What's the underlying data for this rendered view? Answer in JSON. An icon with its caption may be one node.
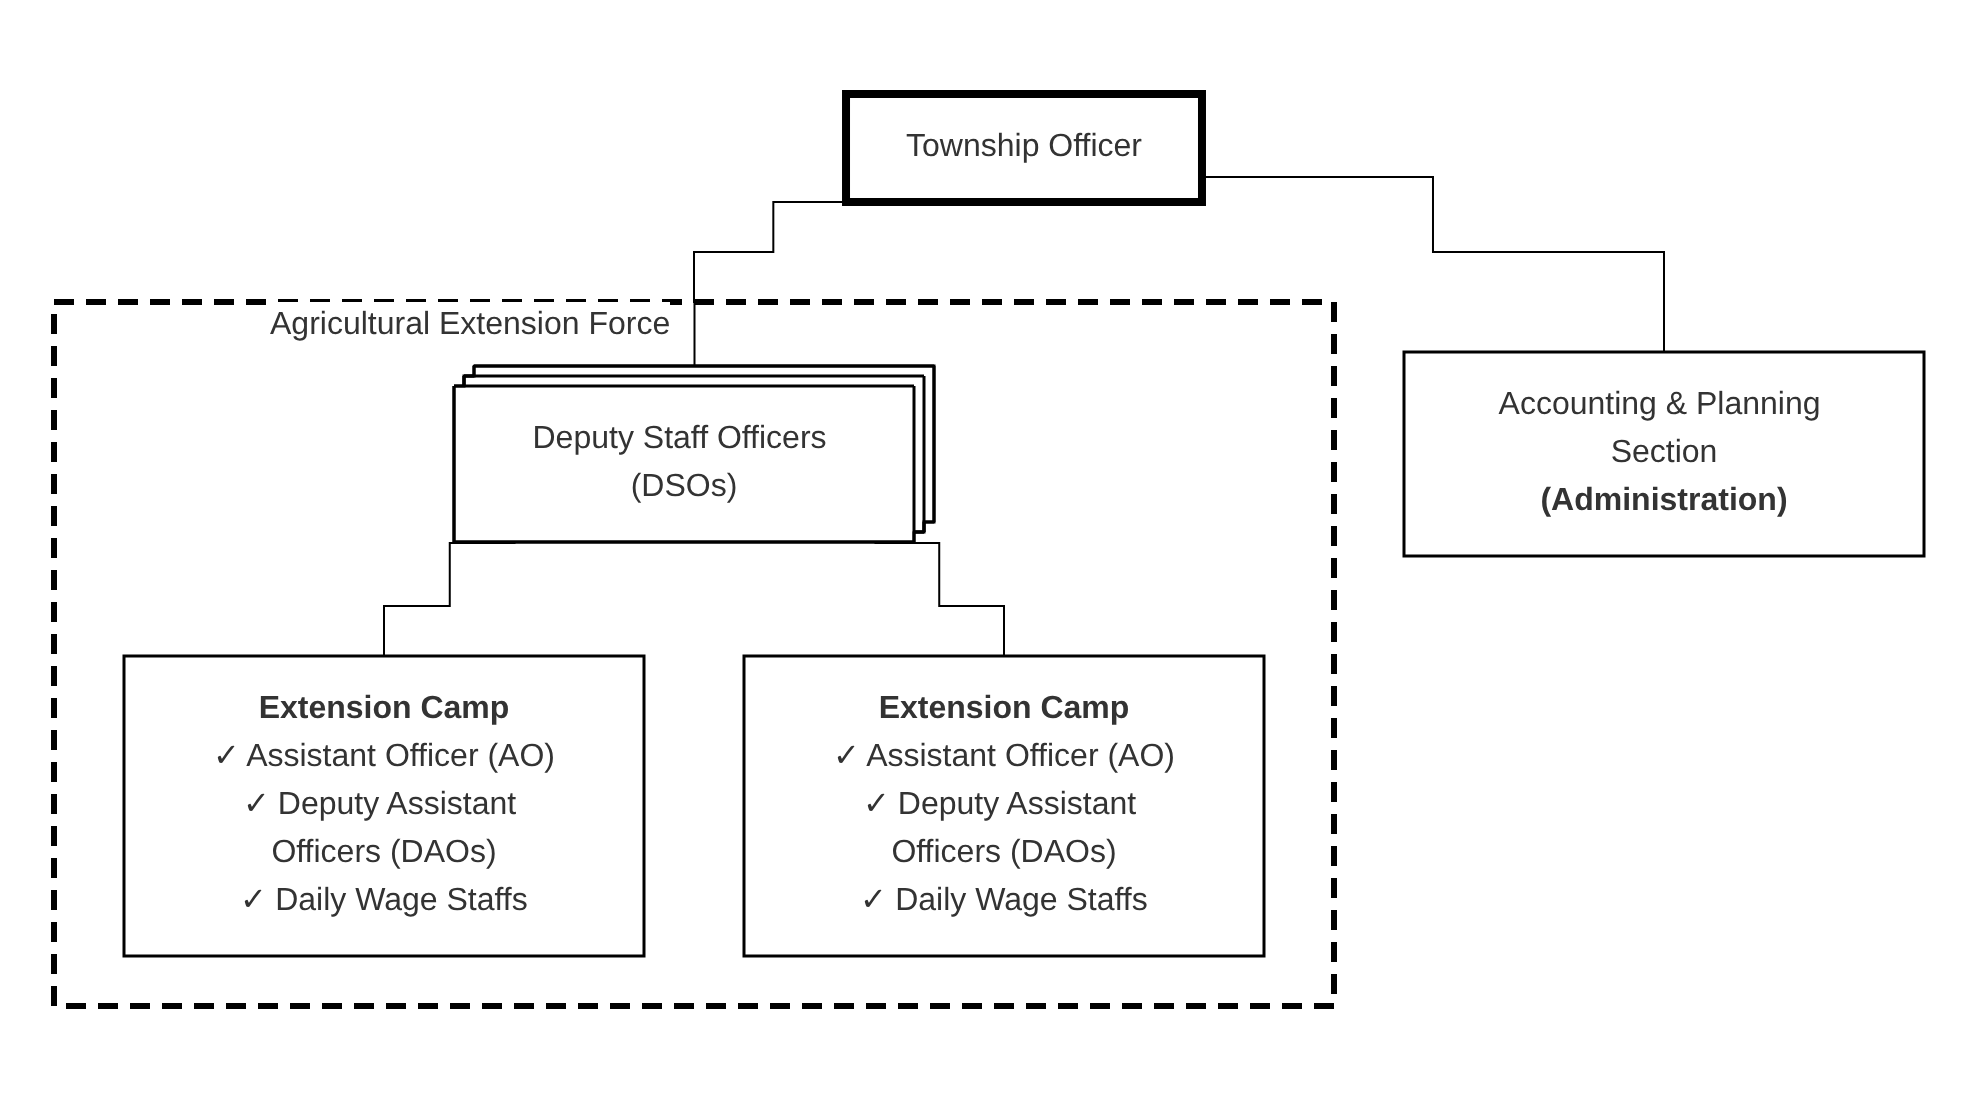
{
  "diagram": {
    "nodes": [
      {
        "text": [
          "Township Officer"
        ]
      },
      {
        "text": [
          "Accounting & Planning Section",
          "(Administration)"
        ]
      },
      {
        "text": [
          "Agricultural Extension Force"
        ]
      },
      {
        "text": [
          "Deputy Staff Officers (DSOs)"
        ],
        "in": 2
      },
      {
        "text": [
          "Extension Camp",
          "✓ Assistant Officer (AO)",
          "✓ Deputy Assistant Officers (DAOs)",
          "✓ Daily Wage Staffs"
        ],
        "in": 2
      },
      {
        "text": [
          "Extension Camp",
          "✓ Assistant Officer (AO)",
          "✓ Deputy Assistant Officers (DAOs)",
          "✓ Daily Wage Staffs"
        ],
        "in": 2
      }
    ],
    "edges": [
      {
        "from": 0,
        "to": 1,
        "arrow": "none"
      },
      {
        "from": 0,
        "to": 3,
        "arrow": "none"
      },
      {
        "from": 3,
        "to": 4,
        "arrow": "none"
      },
      {
        "from": 3,
        "to": 5,
        "arrow": "none"
      }
    ]
  }
}
